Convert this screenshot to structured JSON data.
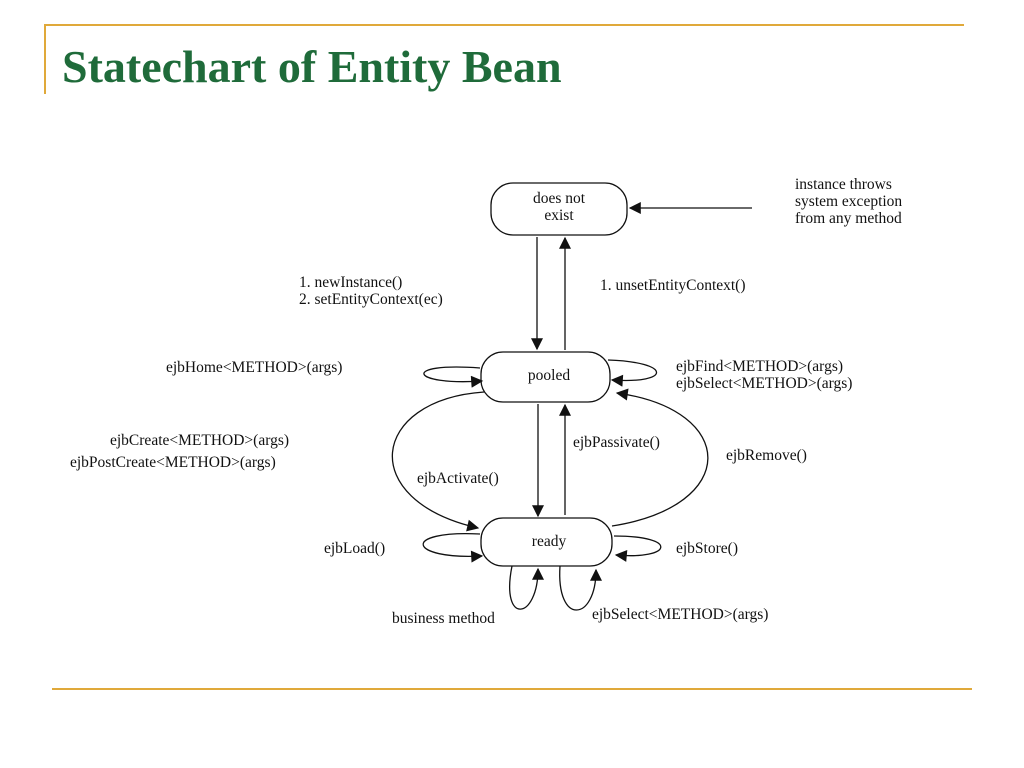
{
  "slide": {
    "title": "Statechart of Entity Bean",
    "accent_color": "#e0a93a",
    "title_color": "#1f6b3a"
  },
  "diagram": {
    "states": {
      "does_not_exist_line1": "does not",
      "does_not_exist_line2": "exist",
      "pooled": "pooled",
      "ready": "ready"
    },
    "notes": {
      "exception_line1": "instance throws",
      "exception_line2": "system exception",
      "exception_line3": "from any method"
    },
    "transitions": {
      "create_instance_1": "1. newInstance()",
      "create_instance_2": "2. setEntityContext(ec)",
      "unset_context": "1. unsetEntityContext()",
      "ejb_home": "ejbHome<METHOD>(args)",
      "ejb_find": "ejbFind<METHOD>(args)",
      "ejb_select_pooled": "ejbSelect<METHOD>(args)",
      "ejb_create": "ejbCreate<METHOD>(args)",
      "ejb_post_create": "ejbPostCreate<METHOD>(args)",
      "ejb_passivate": "ejbPassivate()",
      "ejb_activate": "ejbActivate()",
      "ejb_remove": "ejbRemove()",
      "ejb_load": "ejbLoad()",
      "ejb_store": "ejbStore()",
      "business_method": "business method",
      "ejb_select_ready": "ejbSelect<METHOD>(args)"
    }
  }
}
